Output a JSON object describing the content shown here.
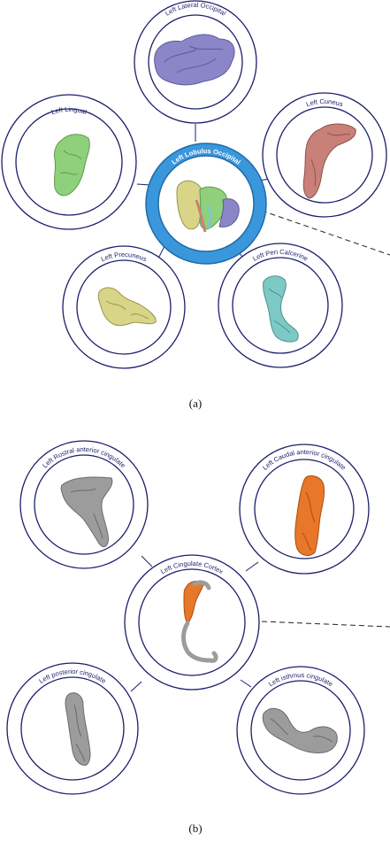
{
  "panel_a": {
    "caption": "(a)",
    "center": {
      "label": "Left Lobulus Occipital"
    },
    "nodes": [
      {
        "label": "Left Lateral Occipital",
        "color": "#8a86c8"
      },
      {
        "label": "Left Lingual",
        "color": "#8fd07a"
      },
      {
        "label": "Left Cuneus",
        "color": "#c98078"
      },
      {
        "label": "Left Precuneus",
        "color": "#d8d488"
      },
      {
        "label": "Left Peri Calcerine",
        "color": "#7cc9c6"
      }
    ]
  },
  "panel_b": {
    "caption": "(b)",
    "center": {
      "label": "Left Cingulate Cortex"
    },
    "nodes": [
      {
        "label": "Left Rostral anterior cingulate",
        "color": "#9c9c9c"
      },
      {
        "label": "Left Caudal anterior cingulate",
        "color": "#e8772a"
      },
      {
        "label": "Left posterior cingulate",
        "color": "#9c9c9c"
      },
      {
        "label": "Left isthmus cingulate",
        "color": "#9c9c9c"
      }
    ]
  },
  "colors": {
    "ring": "#1a1f6b",
    "active_ring": "#3a97dc"
  }
}
